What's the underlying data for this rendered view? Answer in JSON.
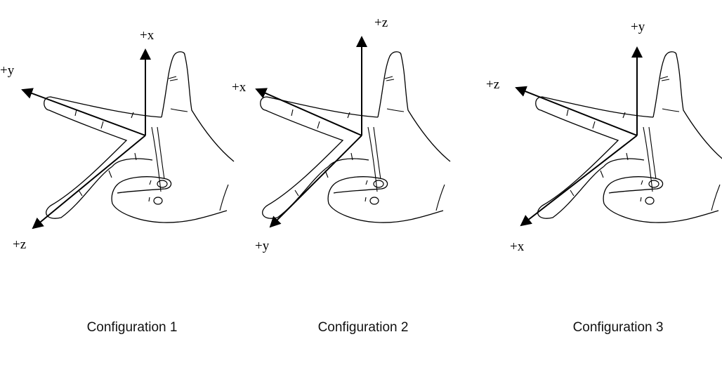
{
  "configurations": [
    {
      "caption": "Configuration 1",
      "up_label": "+x",
      "left_label": "+y",
      "down_label": "+z"
    },
    {
      "caption": "Configuration 2",
      "up_label": "+z",
      "left_label": "+x",
      "down_label": "+y"
    },
    {
      "caption": "Configuration 3",
      "up_label": "+y",
      "left_label": "+z",
      "down_label": "+x"
    }
  ]
}
